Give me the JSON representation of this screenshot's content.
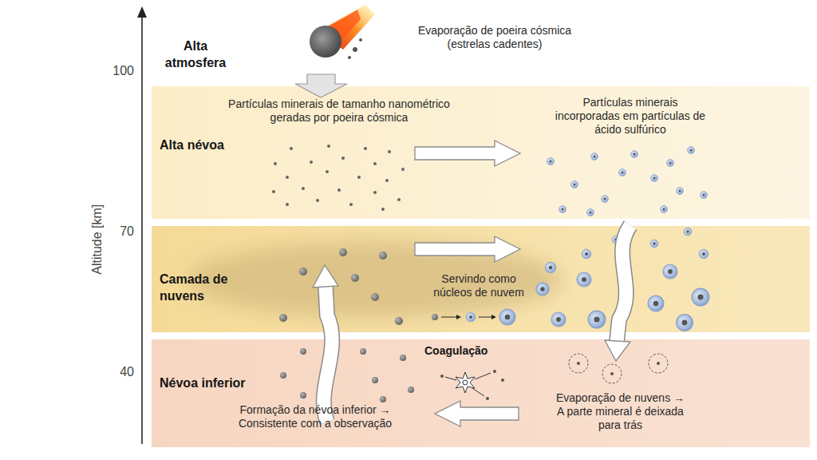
{
  "diagram": {
    "nodes": [
      {
        "text": [
          "Alta névoa",
          "Partículas minerais de tamanho nanométrico geradas por poeira cósmica",
          "Partículas minerais incorporadas em partículas de ácido sulfúrico"
        ]
      },
      {
        "text": [
          "Camada de nuvens",
          "Servindo como núcleos de nuvem"
        ]
      },
      {
        "text": [
          "Névoa inferior",
          "Coagulação",
          "Evaporação de nuvens → A parte mineral é deixada para trás",
          "Formação da névoa inferior → Consistente com a observação"
        ]
      }
    ],
    "labels": [
      "Alta atmosfera",
      "Evaporação de poeira cósmica (estrelas cadentes)",
      "100",
      "70",
      "40",
      "Altitude [km]"
    ]
  }
}
